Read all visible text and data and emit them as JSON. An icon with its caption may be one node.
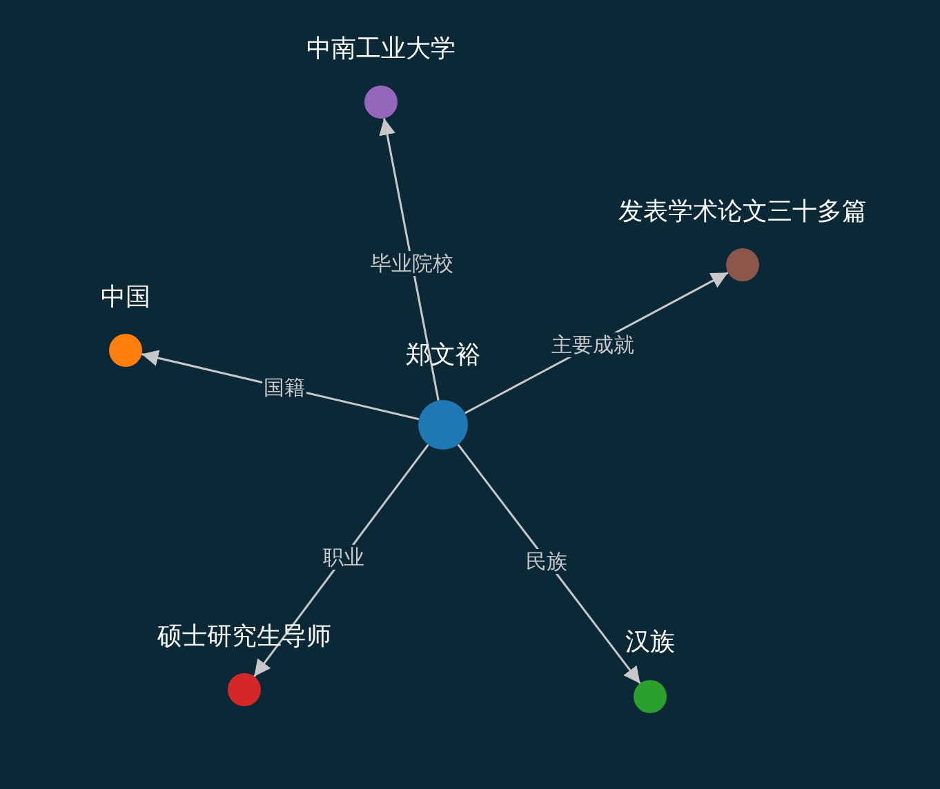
{
  "diagram": {
    "nodes": [
      {
        "text": [
          "郑文裕"
        ]
      },
      {
        "text": [
          "中南工业大学"
        ]
      },
      {
        "text": [
          "发表学术论文三十多篇"
        ]
      },
      {
        "text": [
          "中国"
        ]
      },
      {
        "text": [
          "硕士研究生导师"
        ]
      },
      {
        "text": [
          "汉族"
        ]
      }
    ],
    "edges": [
      {
        "from": 0,
        "to": 1,
        "arrow": "to",
        "label": "毕业院校"
      },
      {
        "from": 0,
        "to": 2,
        "arrow": "to",
        "label": "主要成就"
      },
      {
        "from": 0,
        "to": 3,
        "arrow": "to",
        "label": "国籍"
      },
      {
        "from": 0,
        "to": 4,
        "arrow": "to",
        "label": "职业"
      },
      {
        "from": 0,
        "to": 5,
        "arrow": "to",
        "label": "民族"
      }
    ]
  }
}
